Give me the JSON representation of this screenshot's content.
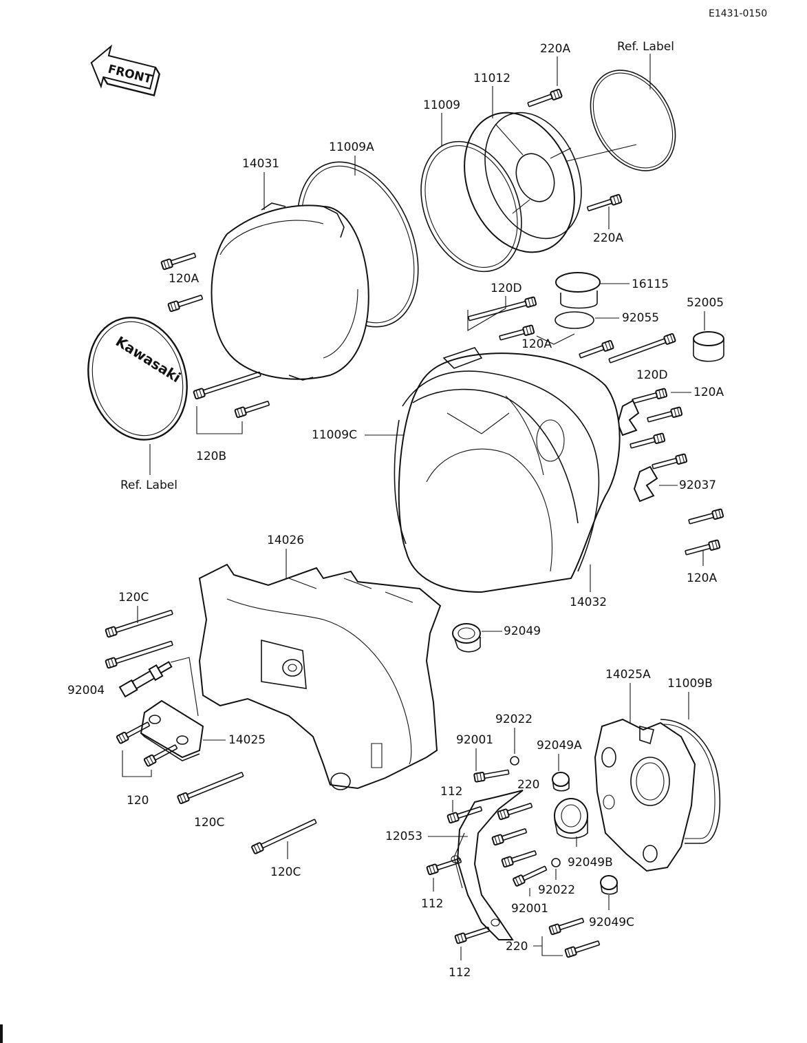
{
  "diagram_code": "E1431-0150",
  "front_badge": "FRONT",
  "brand_label": "Kawasaki",
  "labels": {
    "ref_label_top": "Ref. Label",
    "ref_label_left": "Ref. Label",
    "p220A_top": "220A",
    "p220A_mid": "220A",
    "p11012": "11012",
    "p11009": "11009",
    "p11009A": "11009A",
    "p14031": "14031",
    "p120A_left": "120A",
    "p120B": "120B",
    "p16115": "16115",
    "p120D_top": "120D",
    "p92055": "92055",
    "p52005": "52005",
    "p120A_center": "120A",
    "p120D_right": "120D",
    "p120A_right1": "120A",
    "p11009C": "11009C",
    "p92037": "92037",
    "p120A_right2": "120A",
    "p14032": "14032",
    "p14026": "14026",
    "p120C_top": "120C",
    "p92049": "92049",
    "p92004": "92004",
    "p14025": "14025",
    "p120": "120",
    "p120C_mid": "120C",
    "p120C_low": "120C",
    "p14025A": "14025A",
    "p11009B": "11009B",
    "p92022_top": "92022",
    "p92001_top": "92001",
    "p92049A": "92049A",
    "p112_top": "112",
    "p220_top": "220",
    "p12053": "12053",
    "p92049B": "92049B",
    "p92022_low": "92022",
    "p92001_low": "92001",
    "p112_mid": "112",
    "p92049C": "92049C",
    "p220_low": "220",
    "p112_low": "112"
  }
}
